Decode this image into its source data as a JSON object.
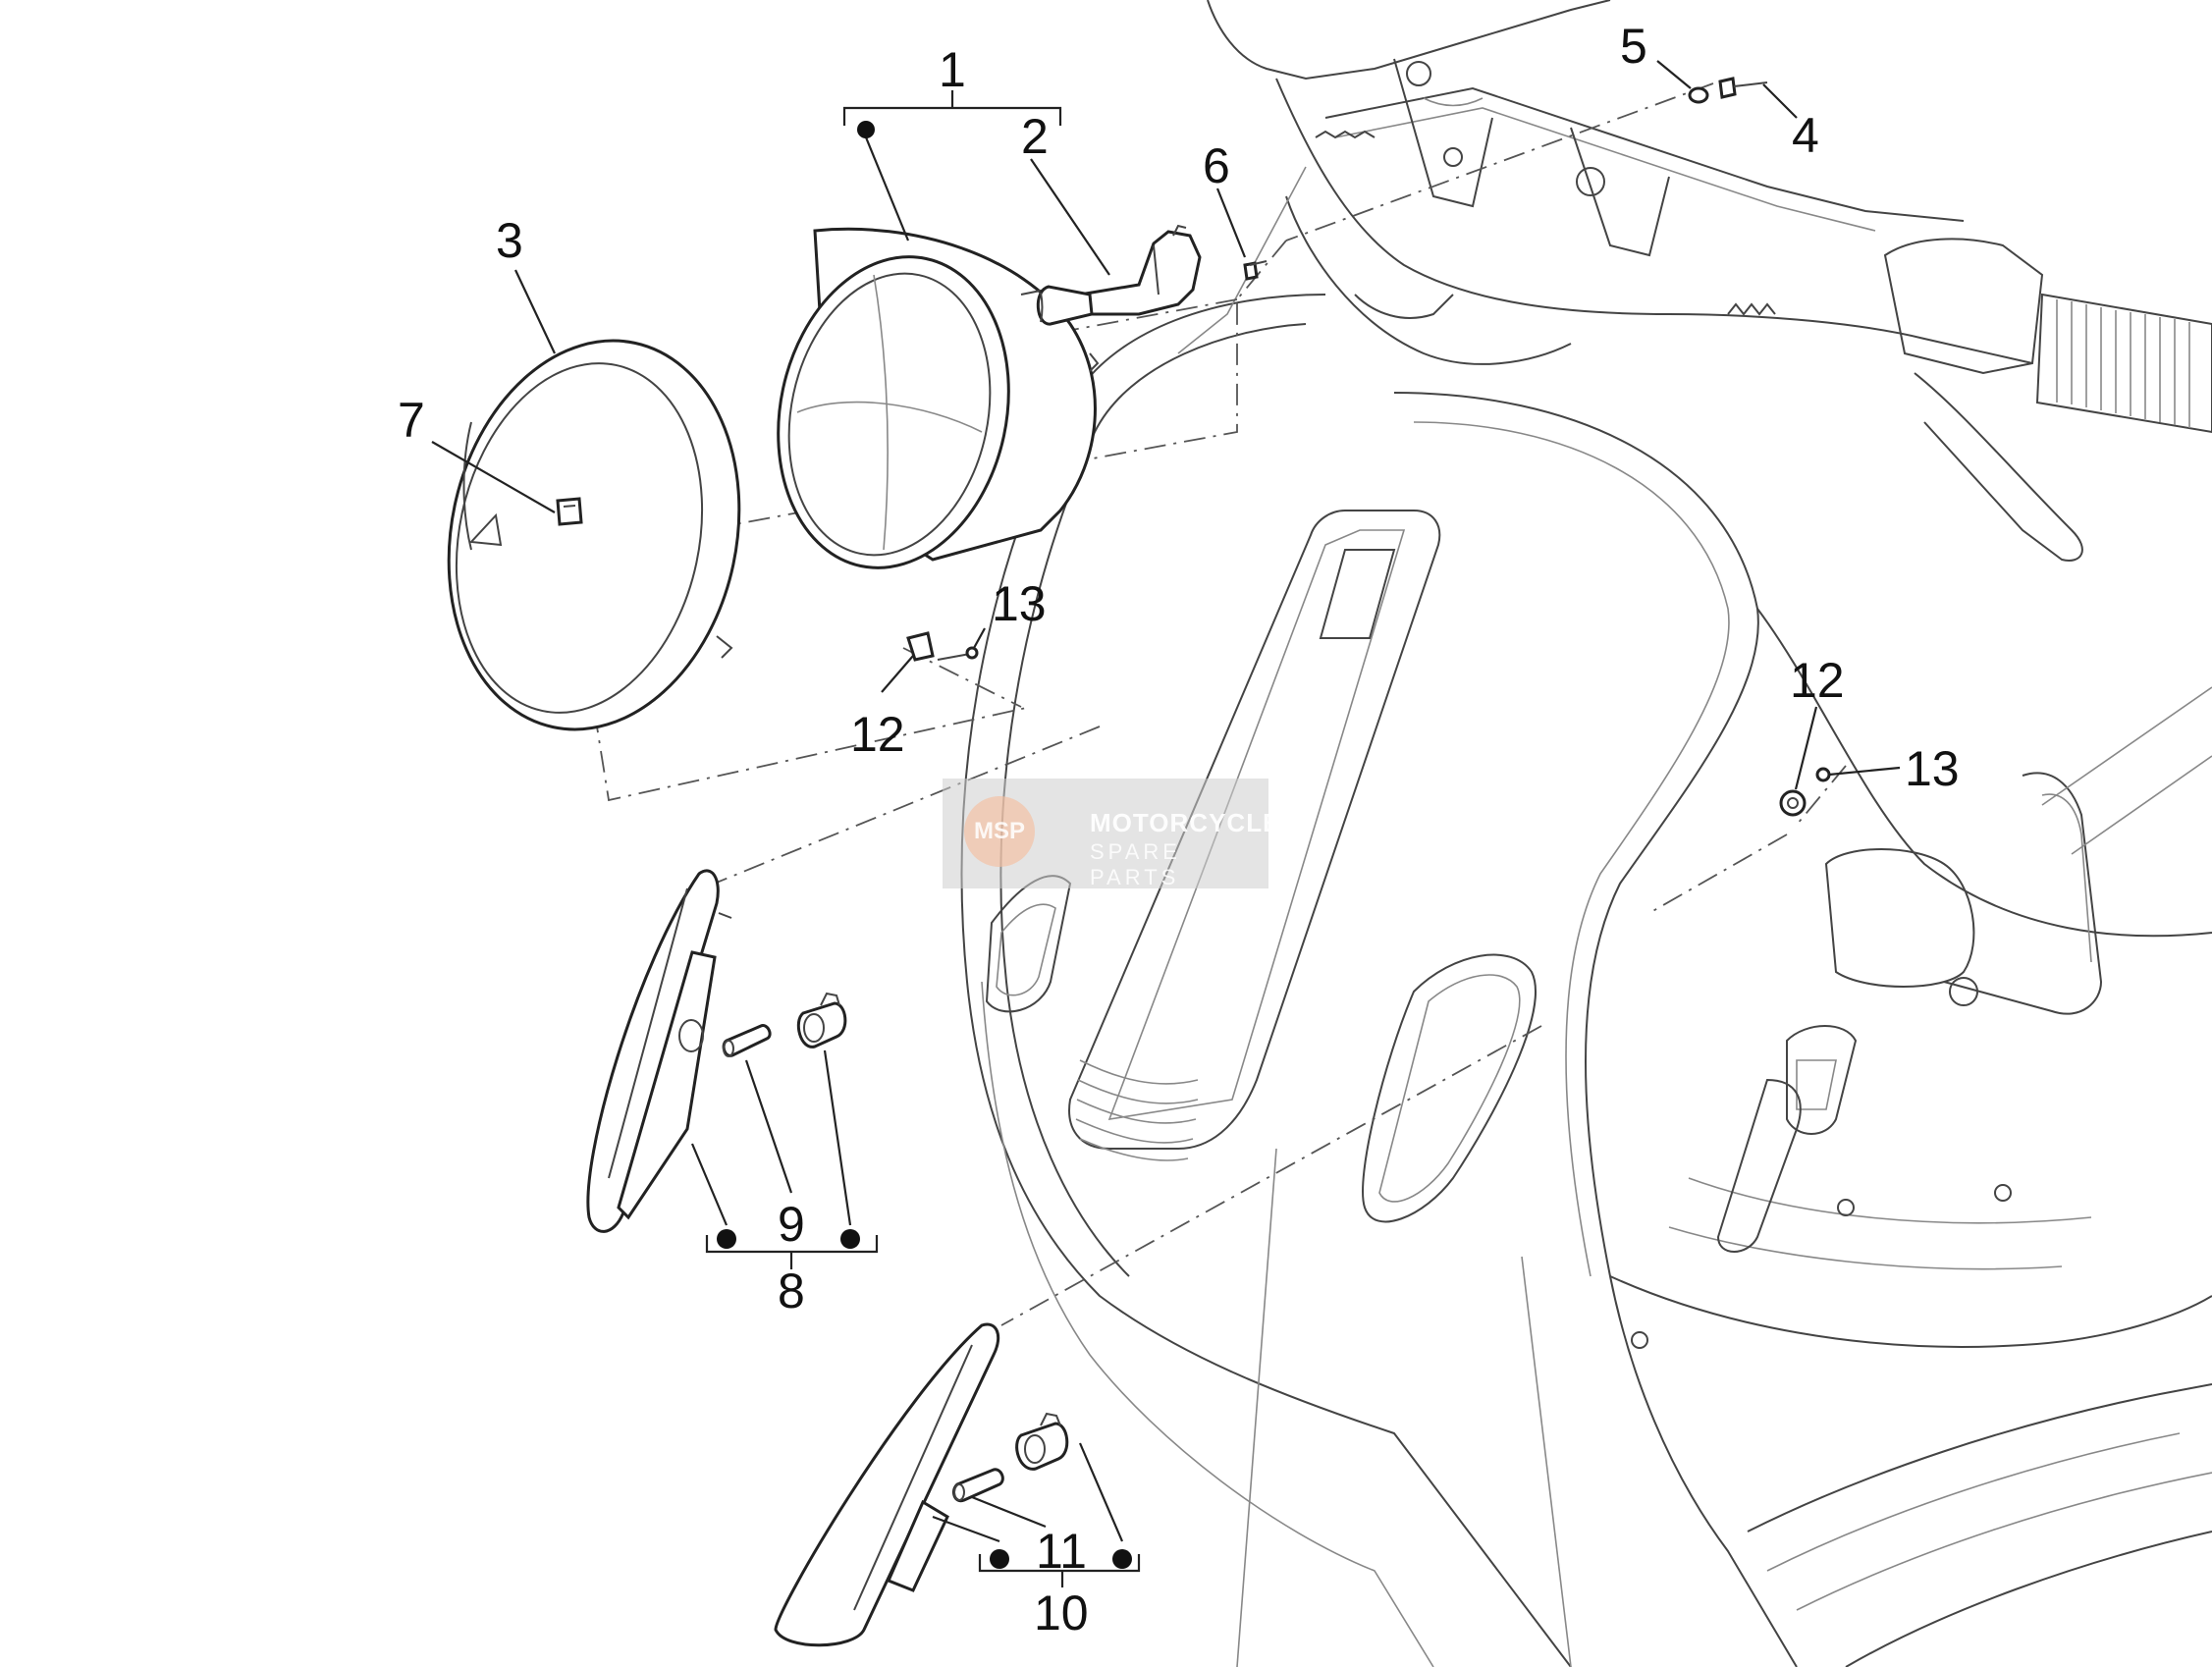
{
  "diagram": {
    "callouts": [
      "1",
      "2",
      "3",
      "4",
      "5",
      "6",
      "7",
      "8",
      "9",
      "10",
      "11",
      "12",
      "12",
      "13",
      "13"
    ],
    "bullet_marker": "●"
  },
  "watermark": {
    "logo_text": "MSP",
    "line1": "MOTORCYCLE",
    "line2": "SPARE PARTS"
  },
  "colors": {
    "line": "#222222",
    "background": "#ffffff",
    "watermark_logo": "#f5bea0"
  }
}
